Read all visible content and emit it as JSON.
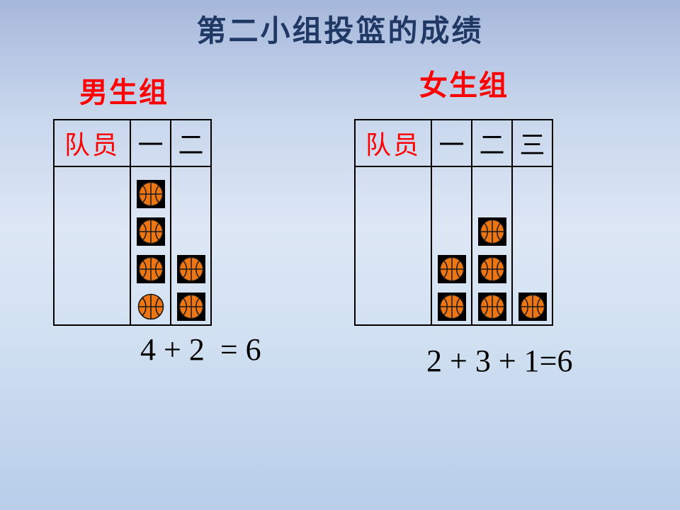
{
  "slide": {
    "title": "第二小组投篮的成绩"
  },
  "boys": {
    "label": "男生组",
    "member_header": "队员",
    "columns": [
      {
        "label": "一",
        "count": 4,
        "ball_styles": [
          "square",
          "square",
          "square",
          "plain"
        ]
      },
      {
        "label": "二",
        "count": 2,
        "ball_styles": [
          "square",
          "square"
        ]
      }
    ],
    "equation": "4 + 2  = 6"
  },
  "girls": {
    "label": "女生组",
    "member_header": "队员",
    "columns": [
      {
        "label": "一",
        "count": 2,
        "ball_styles": [
          "square",
          "square"
        ]
      },
      {
        "label": "二",
        "count": 3,
        "ball_styles": [
          "square",
          "square",
          "square"
        ]
      },
      {
        "label": "三",
        "count": 1,
        "ball_styles": [
          "square"
        ]
      }
    ],
    "equation": "2 + 3 + 1=6"
  },
  "icons": {
    "ball": "basketball-icon"
  },
  "colors": {
    "title": "#1F3864",
    "group_label": "#FF0000",
    "member_header": "#FF0000",
    "table_border": "#000000",
    "equation": "#000000",
    "basketball": "#ED7612",
    "background_top": "#A6B8DB",
    "background_mid": "#DDE7F5",
    "background_bottom": "#B7CDE9"
  },
  "chart_data": [
    {
      "type": "bar",
      "style": "pictograph",
      "title": "男生组",
      "categories": [
        "一",
        "二"
      ],
      "values": [
        4,
        2
      ],
      "symbol": "basketball",
      "symbol_value": 1,
      "total": 6,
      "total_equation": "4 + 2 = 6",
      "legend_position": "none",
      "grid": false
    },
    {
      "type": "bar",
      "style": "pictograph",
      "title": "女生组",
      "categories": [
        "一",
        "二",
        "三"
      ],
      "values": [
        2,
        3,
        1
      ],
      "symbol": "basketball",
      "symbol_value": 1,
      "total": 6,
      "total_equation": "2 + 3 + 1 = 6",
      "legend_position": "none",
      "grid": false
    }
  ]
}
